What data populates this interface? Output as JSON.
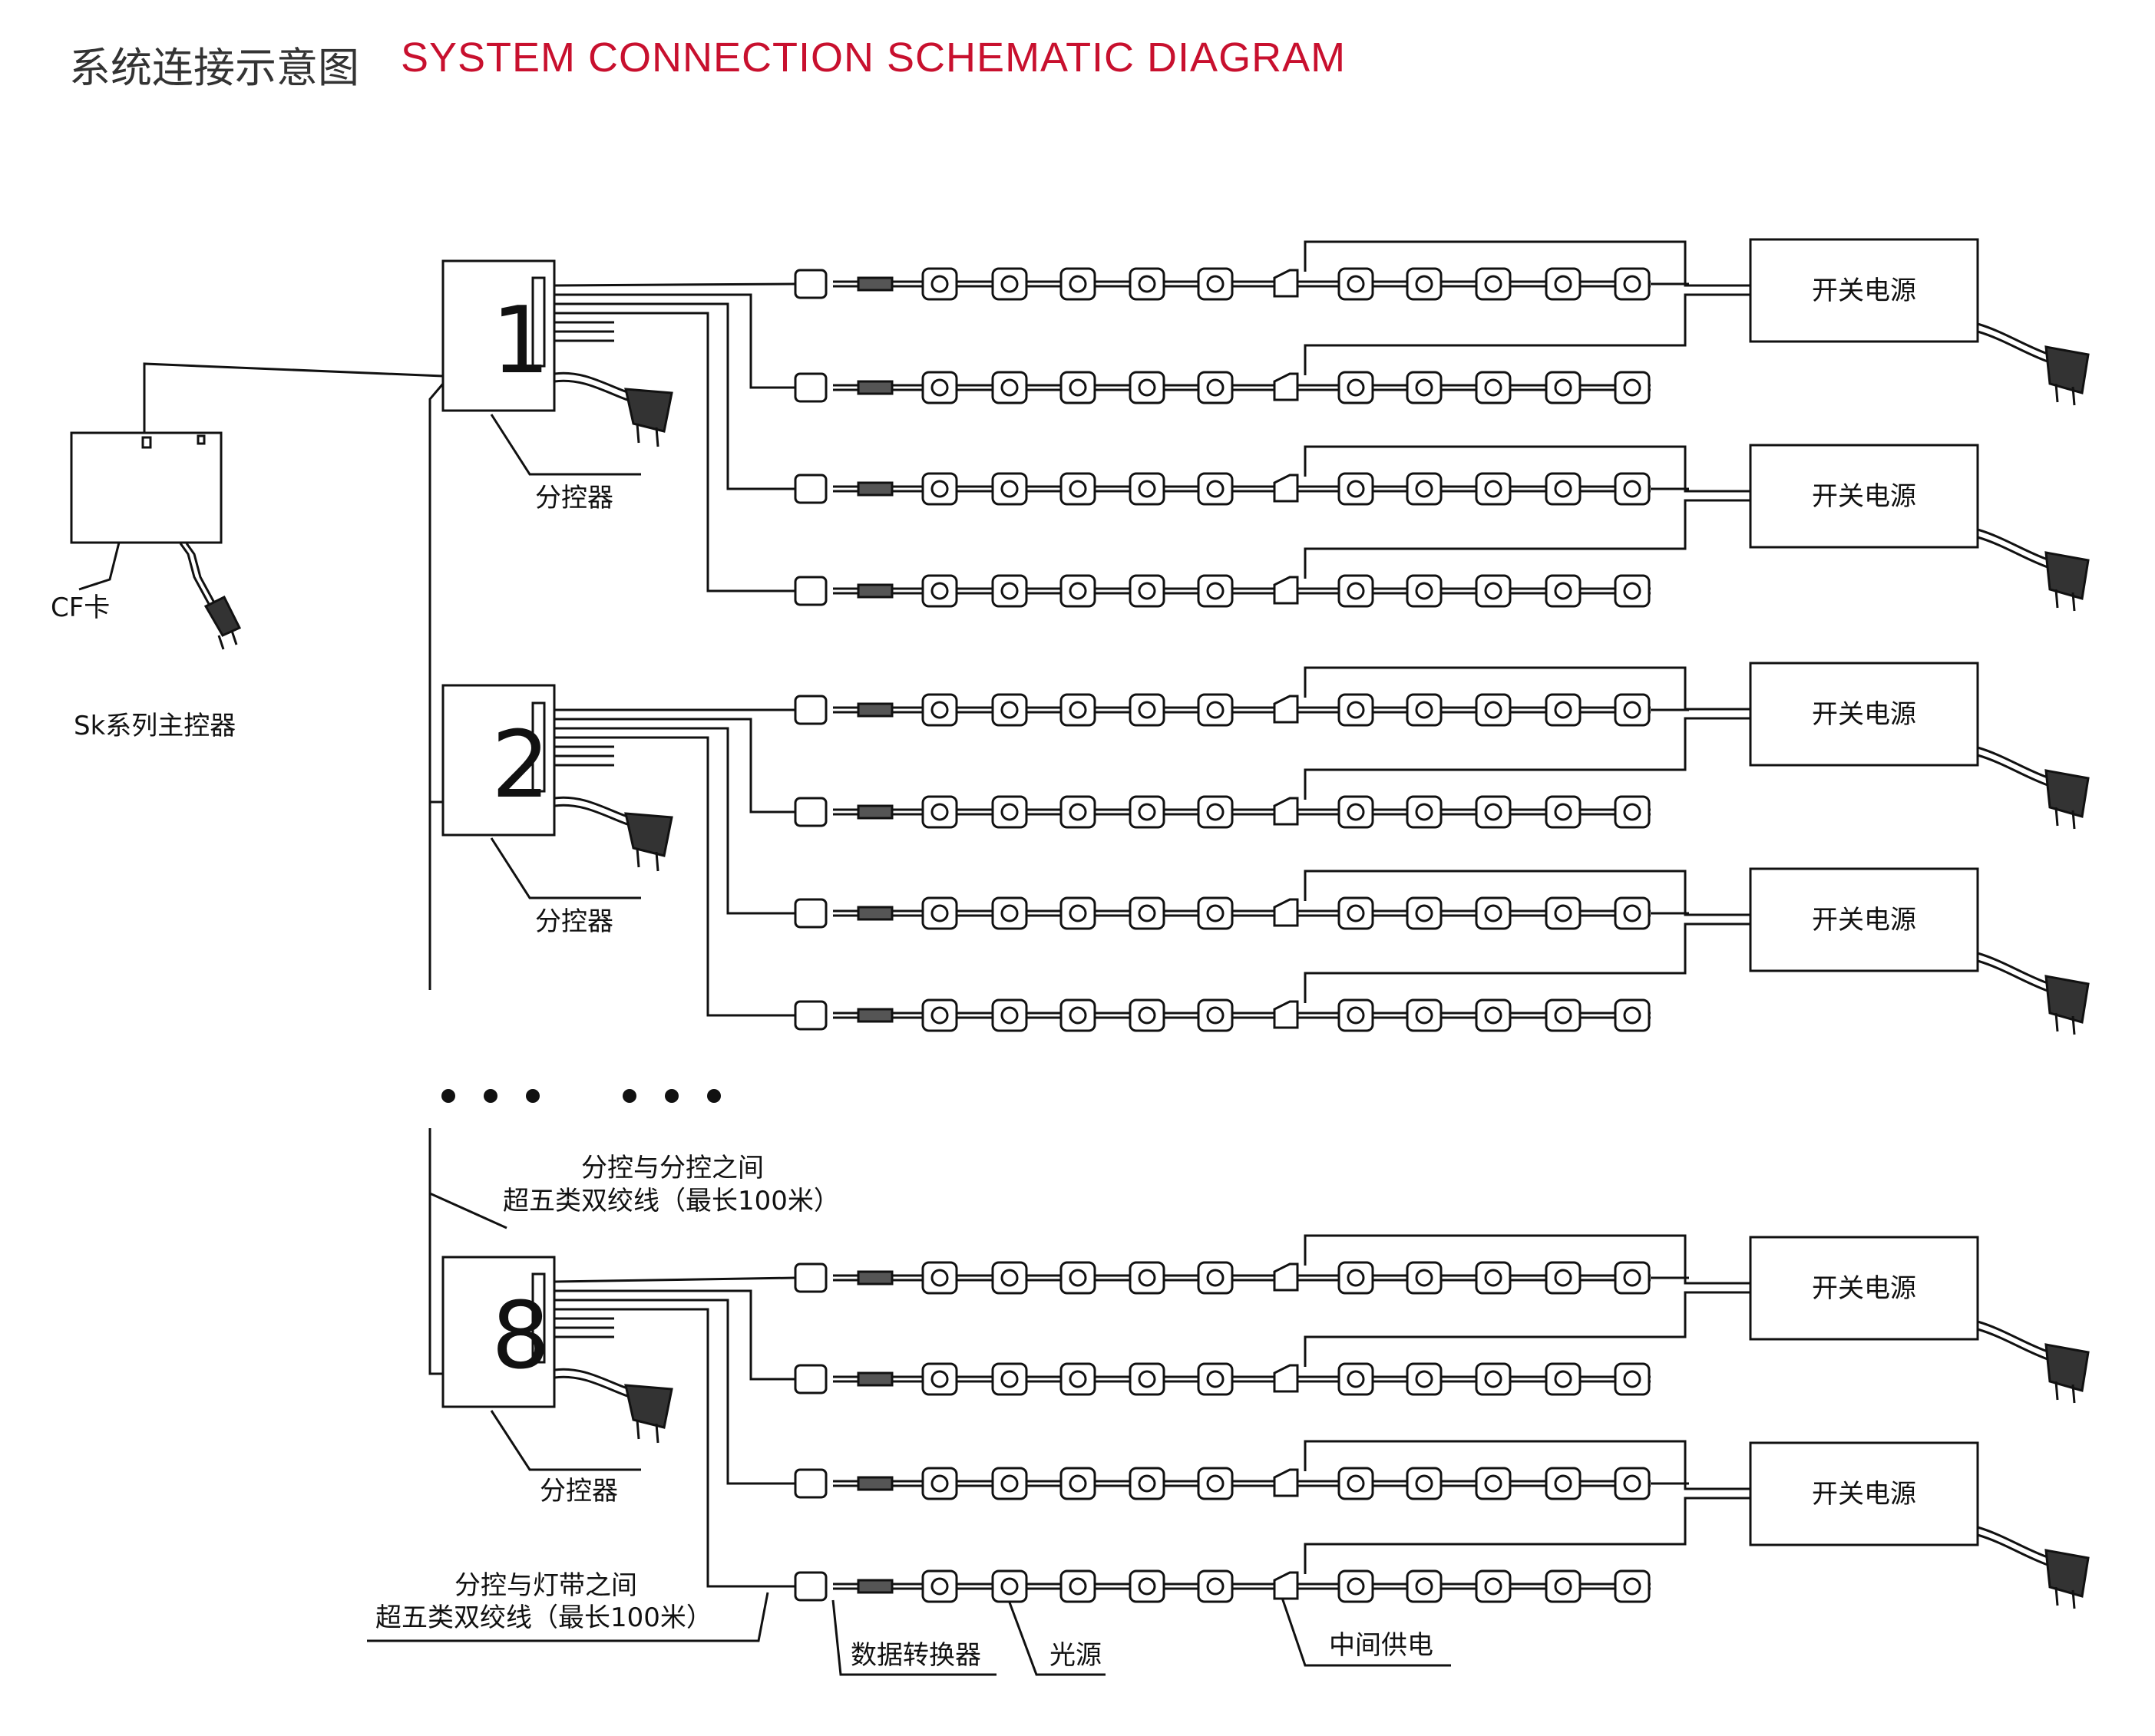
{
  "header": {
    "title_cn": "系统连接示意图",
    "title_en": "SYSTEM CONNECTION SCHEMATIC DIAGRAM"
  },
  "colors": {
    "title_en": "#c8102e",
    "line": "#111111",
    "background": "#ffffff"
  },
  "main_controller": {
    "label": "Sk系列主控器",
    "cf_label": "CF卡"
  },
  "sub_controllers": [
    {
      "number": "1",
      "label": "分控器"
    },
    {
      "number": "2",
      "label": "分控器"
    },
    {
      "number": "8",
      "label": "分控器"
    }
  ],
  "power_supply_label": "开关电源",
  "notes": {
    "between_controllers": [
      "分控与分控之间",
      "超五类双绞线（最长100米）"
    ],
    "controller_to_strip": [
      "分控与灯带之间",
      "超五类双绞线（最长100米）"
    ],
    "data_converter": "数据转换器",
    "light_source": "光源",
    "mid_power": "中间供电"
  }
}
